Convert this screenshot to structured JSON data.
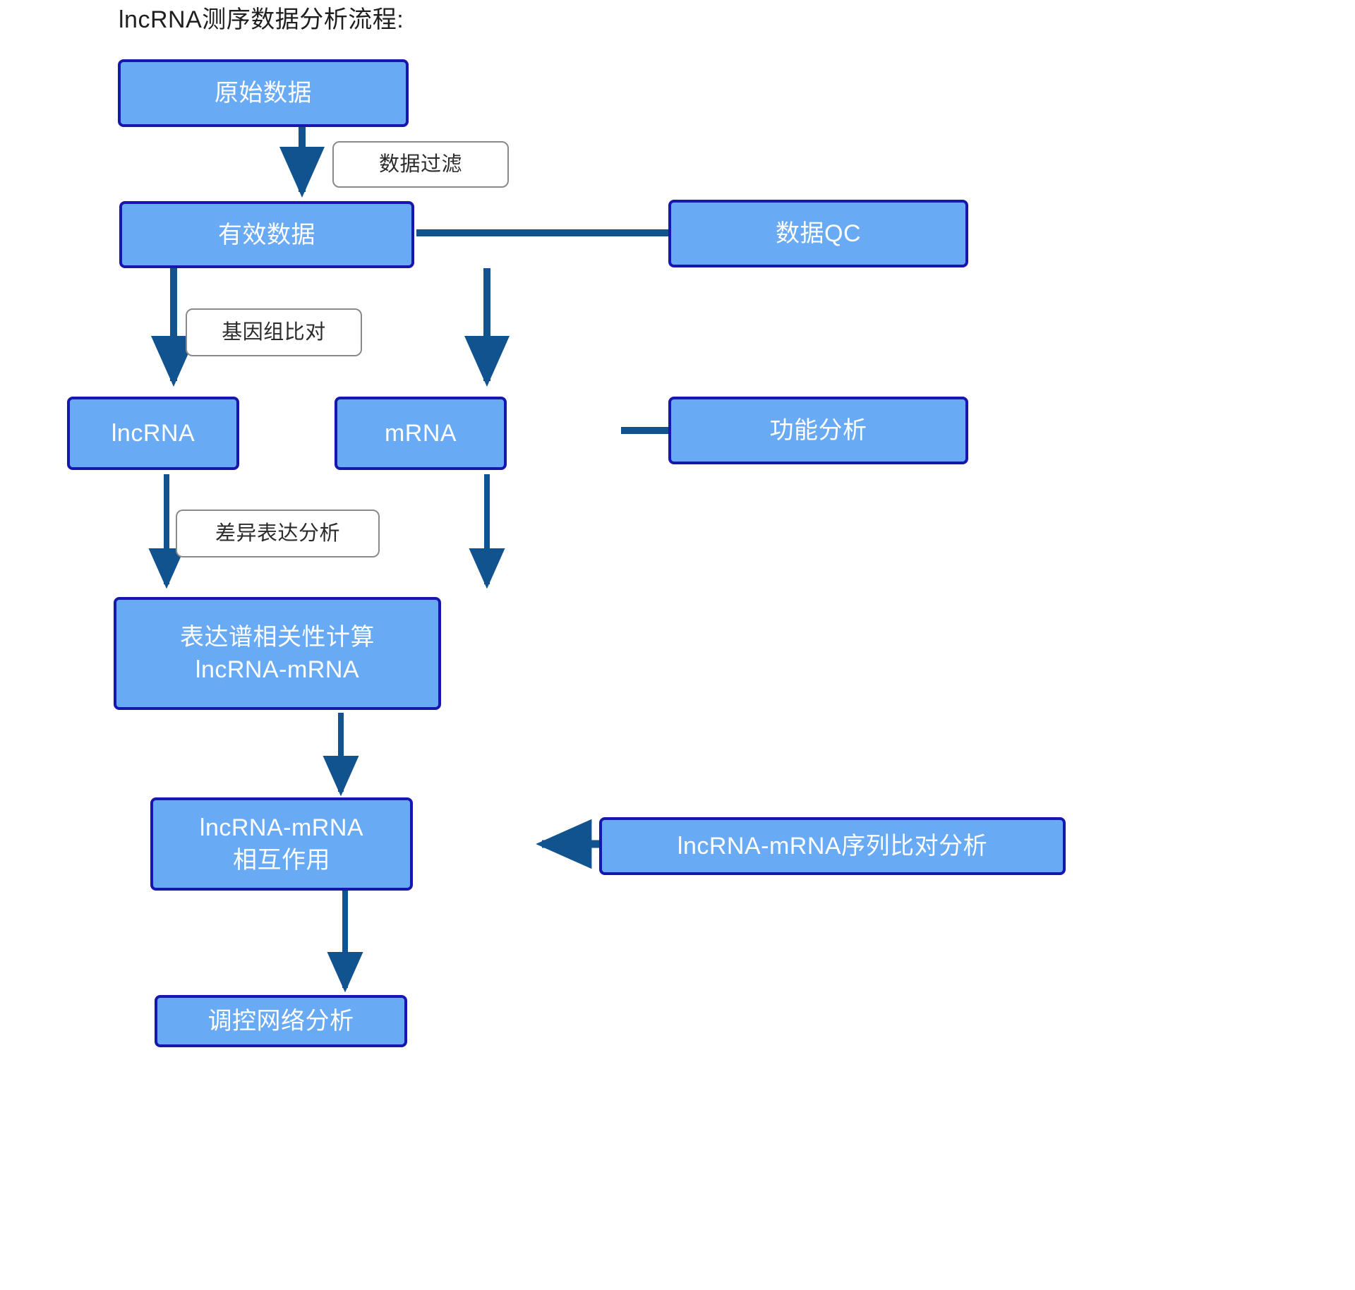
{
  "page": {
    "title": "lncRNA测序数据分析流程:",
    "background_color": "#ffffff"
  },
  "theme": {
    "node_fill": "#69aaf5",
    "node_border": "#1717b0",
    "node_text": "#ffffff",
    "edge_color": "#10538f",
    "label_border": "#8a8a8a",
    "label_fill": "#ffffff",
    "label_text": "#2b2b2b",
    "title_text": "#1f1f1f"
  },
  "nodes": [
    {
      "id": "raw_data",
      "label": "原始数据"
    },
    {
      "id": "valid_data",
      "label": "有效数据"
    },
    {
      "id": "data_qc",
      "label": "数据QC"
    },
    {
      "id": "lncrna",
      "label": "lncRNA"
    },
    {
      "id": "mrna",
      "label": "mRNA"
    },
    {
      "id": "function",
      "label": "功能分析"
    },
    {
      "id": "correlation",
      "label": "表达谱相关性计算\nlncRNA-mRNA"
    },
    {
      "id": "interaction",
      "label": "lncRNA-mRNA\n相互作用"
    },
    {
      "id": "seq_align",
      "label": "lncRNA-mRNA序列比对分析"
    },
    {
      "id": "network",
      "label": "调控网络分析"
    }
  ],
  "edge_labels": [
    {
      "id": "filter",
      "label": "数据过滤"
    },
    {
      "id": "genome_align",
      "label": "基因组比对"
    },
    {
      "id": "deg",
      "label": "差异表达分析"
    }
  ],
  "edges": [
    {
      "from": "raw_data",
      "to": "valid_data",
      "label": "数据过滤"
    },
    {
      "from": "valid_data",
      "to": "data_qc",
      "label": ""
    },
    {
      "from": "valid_data",
      "to": "lncrna",
      "label": "基因组比对"
    },
    {
      "from": "valid_data",
      "to": "mrna",
      "label": "基因组比对"
    },
    {
      "from": "mrna",
      "to": "function",
      "label": ""
    },
    {
      "from": "lncrna",
      "to": "correlation",
      "label": "差异表达分析"
    },
    {
      "from": "mrna",
      "to": "correlation",
      "label": "差异表达分析"
    },
    {
      "from": "correlation",
      "to": "interaction",
      "label": ""
    },
    {
      "from": "seq_align",
      "to": "interaction",
      "label": ""
    },
    {
      "from": "interaction",
      "to": "network",
      "label": ""
    }
  ]
}
